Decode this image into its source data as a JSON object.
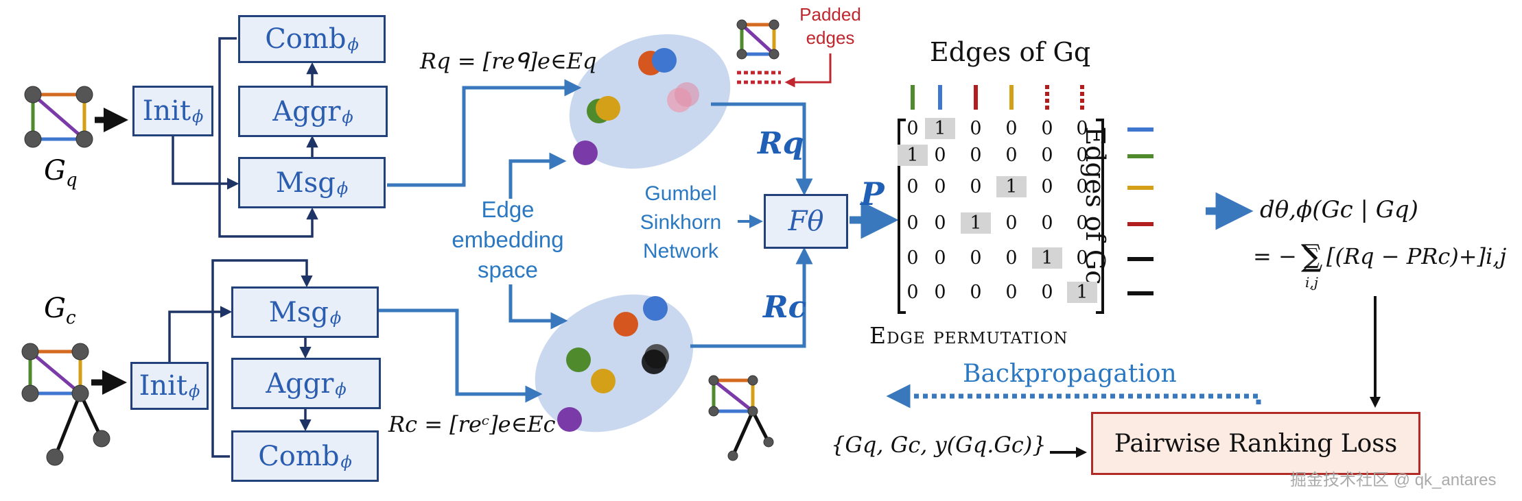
{
  "graph_labels": {
    "query": "G",
    "query_sub": "q",
    "corpus": "G",
    "corpus_sub": "c"
  },
  "modules": {
    "init": "Init",
    "msg": "Msg",
    "aggr": "Aggr",
    "comb": "Comb",
    "phi": "ϕ"
  },
  "embeddings": {
    "rq_def": "Rq = [reᑫ]e∈Eq",
    "rc_def": "Rc = [reᶜ]e∈Ec",
    "space_label": "Edge embedding space",
    "padded_label": "Padded edges"
  },
  "sinkhorn": {
    "network_label": "Gumbel Sinkhorn Network",
    "f_theta": "Fθ",
    "p_label": "P",
    "rq_label": "Rq",
    "rc_label": "Rc"
  },
  "matrix": {
    "top_title": "Edges of Gq",
    "side_title": "Edges of Gc",
    "bottom_title": "Edge permutation",
    "rows": [
      [
        0,
        1,
        0,
        0,
        0,
        0
      ],
      [
        1,
        0,
        0,
        0,
        0,
        0
      ],
      [
        0,
        0,
        0,
        1,
        0,
        0
      ],
      [
        0,
        0,
        1,
        0,
        0,
        0
      ],
      [
        0,
        0,
        0,
        0,
        1,
        0
      ],
      [
        0,
        0,
        0,
        0,
        0,
        1
      ]
    ],
    "column_edge_colors": [
      "#4f8a2c",
      "#3f76cf",
      "#b21d1d",
      "#d4a017",
      "#b21d1d",
      "#b21d1d"
    ],
    "column_padded": [
      false,
      false,
      false,
      false,
      true,
      true
    ],
    "row_edge_colors": [
      "#3f76cf",
      "#4f8a2c",
      "#d4a017",
      "#b21d1d",
      "#111111",
      "#111111"
    ]
  },
  "distance": {
    "d_label": "dθ,ϕ(Gc | Gq)",
    "formula": "= − ∑ [(Rq − PRc)+]i,j",
    "sum_index": "i,j"
  },
  "training": {
    "backprop_label": "Backpropagation",
    "loss_label": "Pairwise Ranking Loss",
    "triplet": "{Gq, Gc, y(Gq.Gc)}"
  },
  "watermark": "掘金技术社区 @ qk_antares",
  "colors": {
    "arrow_blue": "#3a78bd",
    "dark_navy": "#1f3466",
    "label_blue": "#2a78c2",
    "padded_red": "#c0262d"
  }
}
